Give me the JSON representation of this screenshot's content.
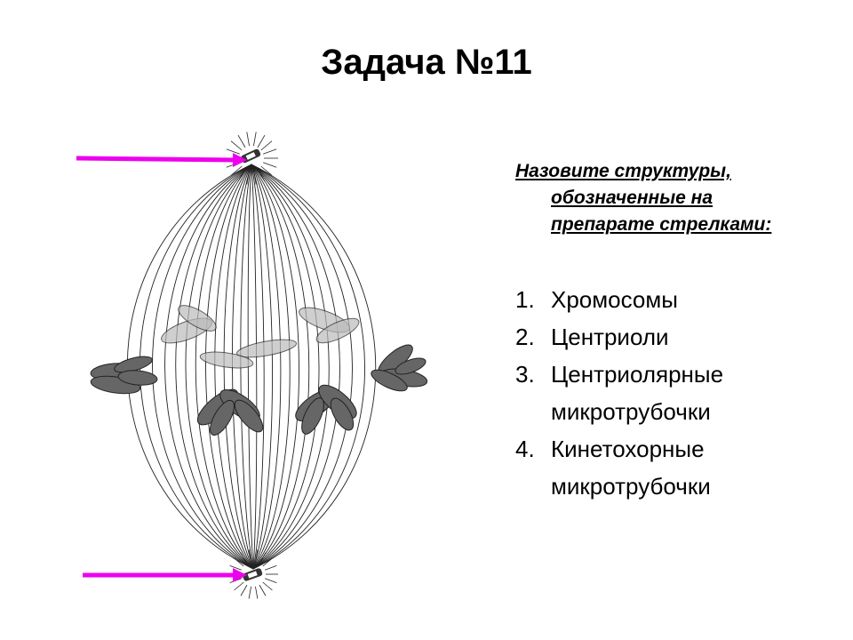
{
  "slide": {
    "title": "Задача №11",
    "question": {
      "lines": [
        "Назовите структуры,",
        "обозначенные на",
        "препарате стрелками:"
      ]
    },
    "answers": [
      {
        "number": "1.",
        "lines": [
          "Хромосомы"
        ]
      },
      {
        "number": "2.",
        "lines": [
          "Центриоли"
        ]
      },
      {
        "number": "3.",
        "lines": [
          "Центриолярные",
          "микротрубочки"
        ]
      },
      {
        "number": "4.",
        "lines": [
          "Кинетохорные",
          "микротрубочки"
        ]
      }
    ]
  },
  "figure": {
    "arrow_color": "#ee00ee",
    "ink_color": "#222222",
    "chromosome_fill": "#666666"
  }
}
